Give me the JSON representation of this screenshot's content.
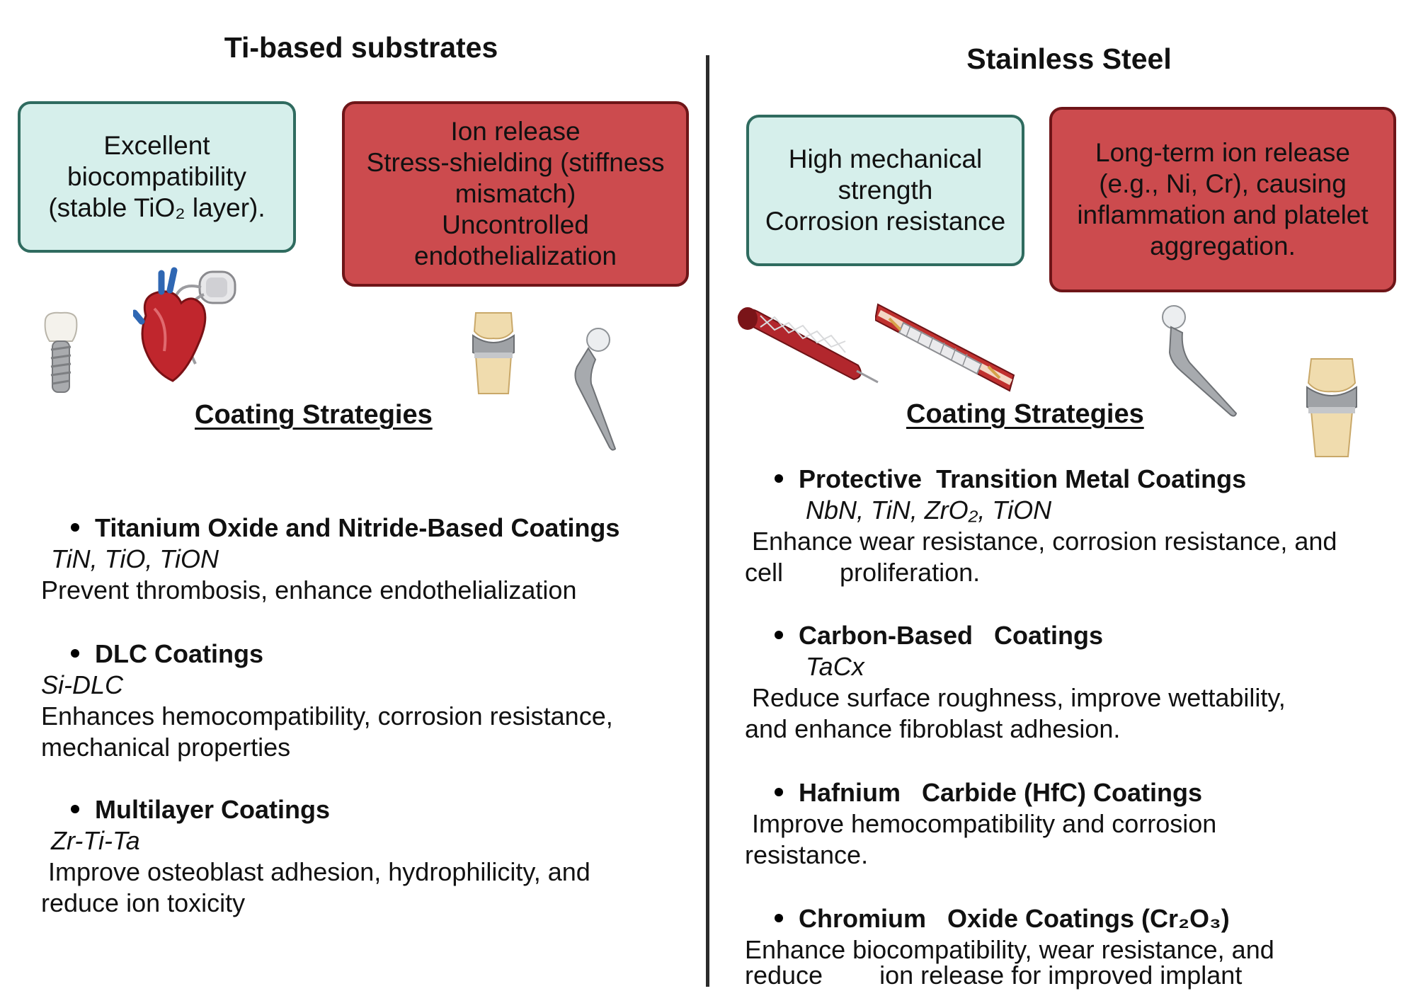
{
  "left": {
    "title": "Ti-based substrates",
    "advantages": [
      "Excellent",
      "biocompatibility",
      "(stable TiO₂ layer)."
    ],
    "disadvantages": [
      "Ion release",
      "Stress-shielding (stiffness",
      "mismatch)",
      "Uncontrolled",
      "endothelialization"
    ],
    "coating_heading": "Coating Strategies",
    "strategies": [
      {
        "name": "Titanium Oxide and Nitride-Based Coatings",
        "examples": "TiN, TiO, TiON",
        "benefit_lines": [
          "Prevent thrombosis, enhance endothelialization"
        ]
      },
      {
        "name": "DLC Coatings",
        "examples": "Si-DLC",
        "benefit_lines": [
          "Enhances hemocompatibility, corrosion resistance,",
          "mechanical properties"
        ]
      },
      {
        "name": "Multilayer Coatings",
        "examples": "Zr-Ti-Ta",
        "benefit_lines": [
          "Improve osteoblast adhesion, hydrophilicity, and",
          "reduce ion toxicity"
        ]
      }
    ]
  },
  "right": {
    "title": "Stainless Steel",
    "advantages": [
      "High mechanical",
      "strength",
      "Corrosion resistance"
    ],
    "disadvantages": [
      "Long-term ion release",
      "(e.g., Ni, Cr), causing",
      "inflammation and platelet",
      "aggregation."
    ],
    "coating_heading": "Coating Strategies",
    "strategies": [
      {
        "name": "Protective  Transition Metal Coatings",
        "examples": "NbN, TiN, ZrO₂, TiON",
        "benefit_lines": [
          "Enhance wear resistance, corrosion resistance, and",
          "cell        proliferation."
        ]
      },
      {
        "name": "Carbon-Based   Coatings",
        "examples": "TaCx",
        "benefit_lines": [
          "Reduce surface roughness, improve wettability,",
          "and enhance fibroblast adhesion."
        ]
      },
      {
        "name": "Hafnium   Carbide (HfC) Coatings",
        "examples": "",
        "benefit_lines": [
          "Improve hemocompatibility and corrosion",
          "resistance."
        ]
      },
      {
        "name": "Chromium   Oxide Coatings (Cr₂O₃)",
        "examples": "",
        "benefit_lines": [
          "Enhance biocompatibility, wear resistance, and",
          "reduce        ion release for improved implant"
        ]
      }
    ]
  },
  "illustrations": {
    "left": [
      "dental-implant-icon",
      "heart-pacemaker-icon",
      "knee-implant-icon",
      "hip-implant-icon"
    ],
    "right": [
      "vascular-stent-icon",
      "stent-in-artery-icon",
      "hip-implant-icon",
      "knee-implant-icon"
    ]
  },
  "colors": {
    "advantage_fill": "#d6efeb",
    "advantage_border": "#2f6b5f",
    "disadvantage_fill": "#cc4b4e",
    "disadvantage_border": "#6e1518"
  }
}
